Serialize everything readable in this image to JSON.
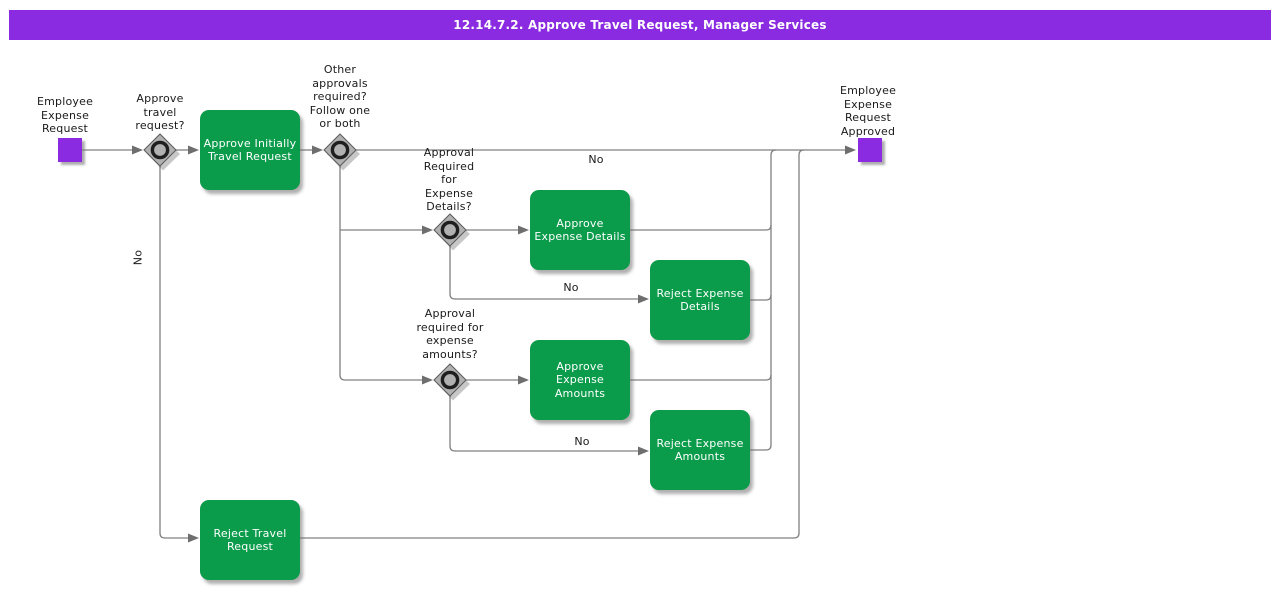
{
  "header": {
    "title": "12.14.7.2. Approve Travel Request, Manager Services"
  },
  "colors": {
    "accent_purple": "#8a2be2",
    "task_green": "#0a9b4b",
    "line_gray": "#808080",
    "text_ink": "#1a1a1a"
  },
  "nodes": {
    "start_event": {
      "label": "Employee\nExpense\nRequest"
    },
    "gateway_travel": {
      "label": "Approve\ntravel\nrequest?"
    },
    "task_approve_initially": {
      "label": "Approve Initially\nTravel Request"
    },
    "gateway_other": {
      "label": "Other\napprovals\nrequired?\nFollow one\nor both"
    },
    "gateway_details": {
      "label": "Approval\nRequired\nfor\nExpense\nDetails?"
    },
    "task_approve_details": {
      "label": "Approve\nExpense Details"
    },
    "task_reject_details": {
      "label": "Reject Expense\nDetails"
    },
    "gateway_amounts": {
      "label": "Approval\nrequired for\nexpense\namounts?"
    },
    "task_approve_amounts": {
      "label": "Approve\nExpense\nAmounts"
    },
    "task_reject_amounts": {
      "label": "Reject Expense\nAmounts"
    },
    "task_reject_travel": {
      "label": "Reject Travel\nRequest"
    },
    "end_event": {
      "label": "Employee\nExpense\nRequest\nApproved"
    }
  },
  "edge_labels": {
    "no_other_approvals": "No",
    "no_expense_details": "No",
    "no_expense_amounts": "No",
    "no_travel_request": "No"
  }
}
